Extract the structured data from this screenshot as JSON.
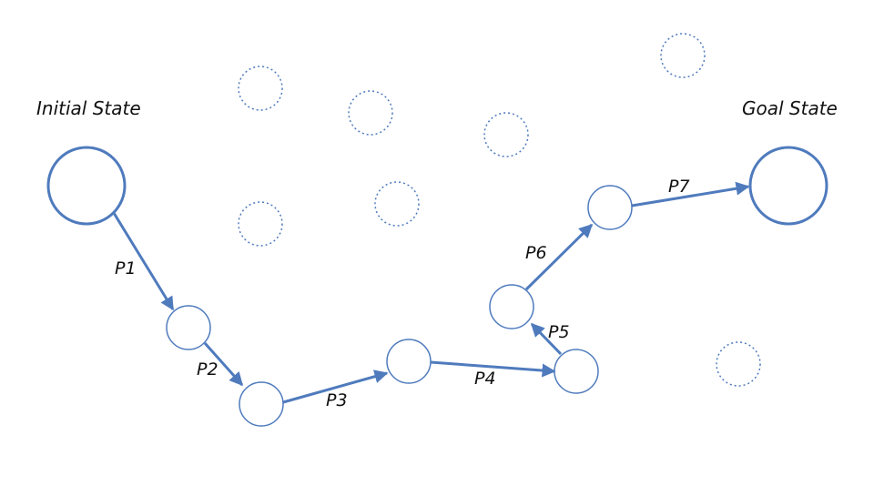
{
  "labels": {
    "initial_state": "Initial State",
    "goal_state": "Goal State"
  },
  "paths": [
    {
      "id": "p1",
      "label": "P1"
    },
    {
      "id": "p2",
      "label": "P2"
    },
    {
      "id": "p3",
      "label": "P3"
    },
    {
      "id": "p4",
      "label": "P4"
    },
    {
      "id": "p5",
      "label": "P5"
    },
    {
      "id": "p6",
      "label": "P6"
    },
    {
      "id": "p7",
      "label": "P7"
    }
  ],
  "colors": {
    "edge": "#4f7bbd",
    "node_stroke": "#4f7bbd",
    "background": "#ffffff",
    "text": "#111111"
  }
}
